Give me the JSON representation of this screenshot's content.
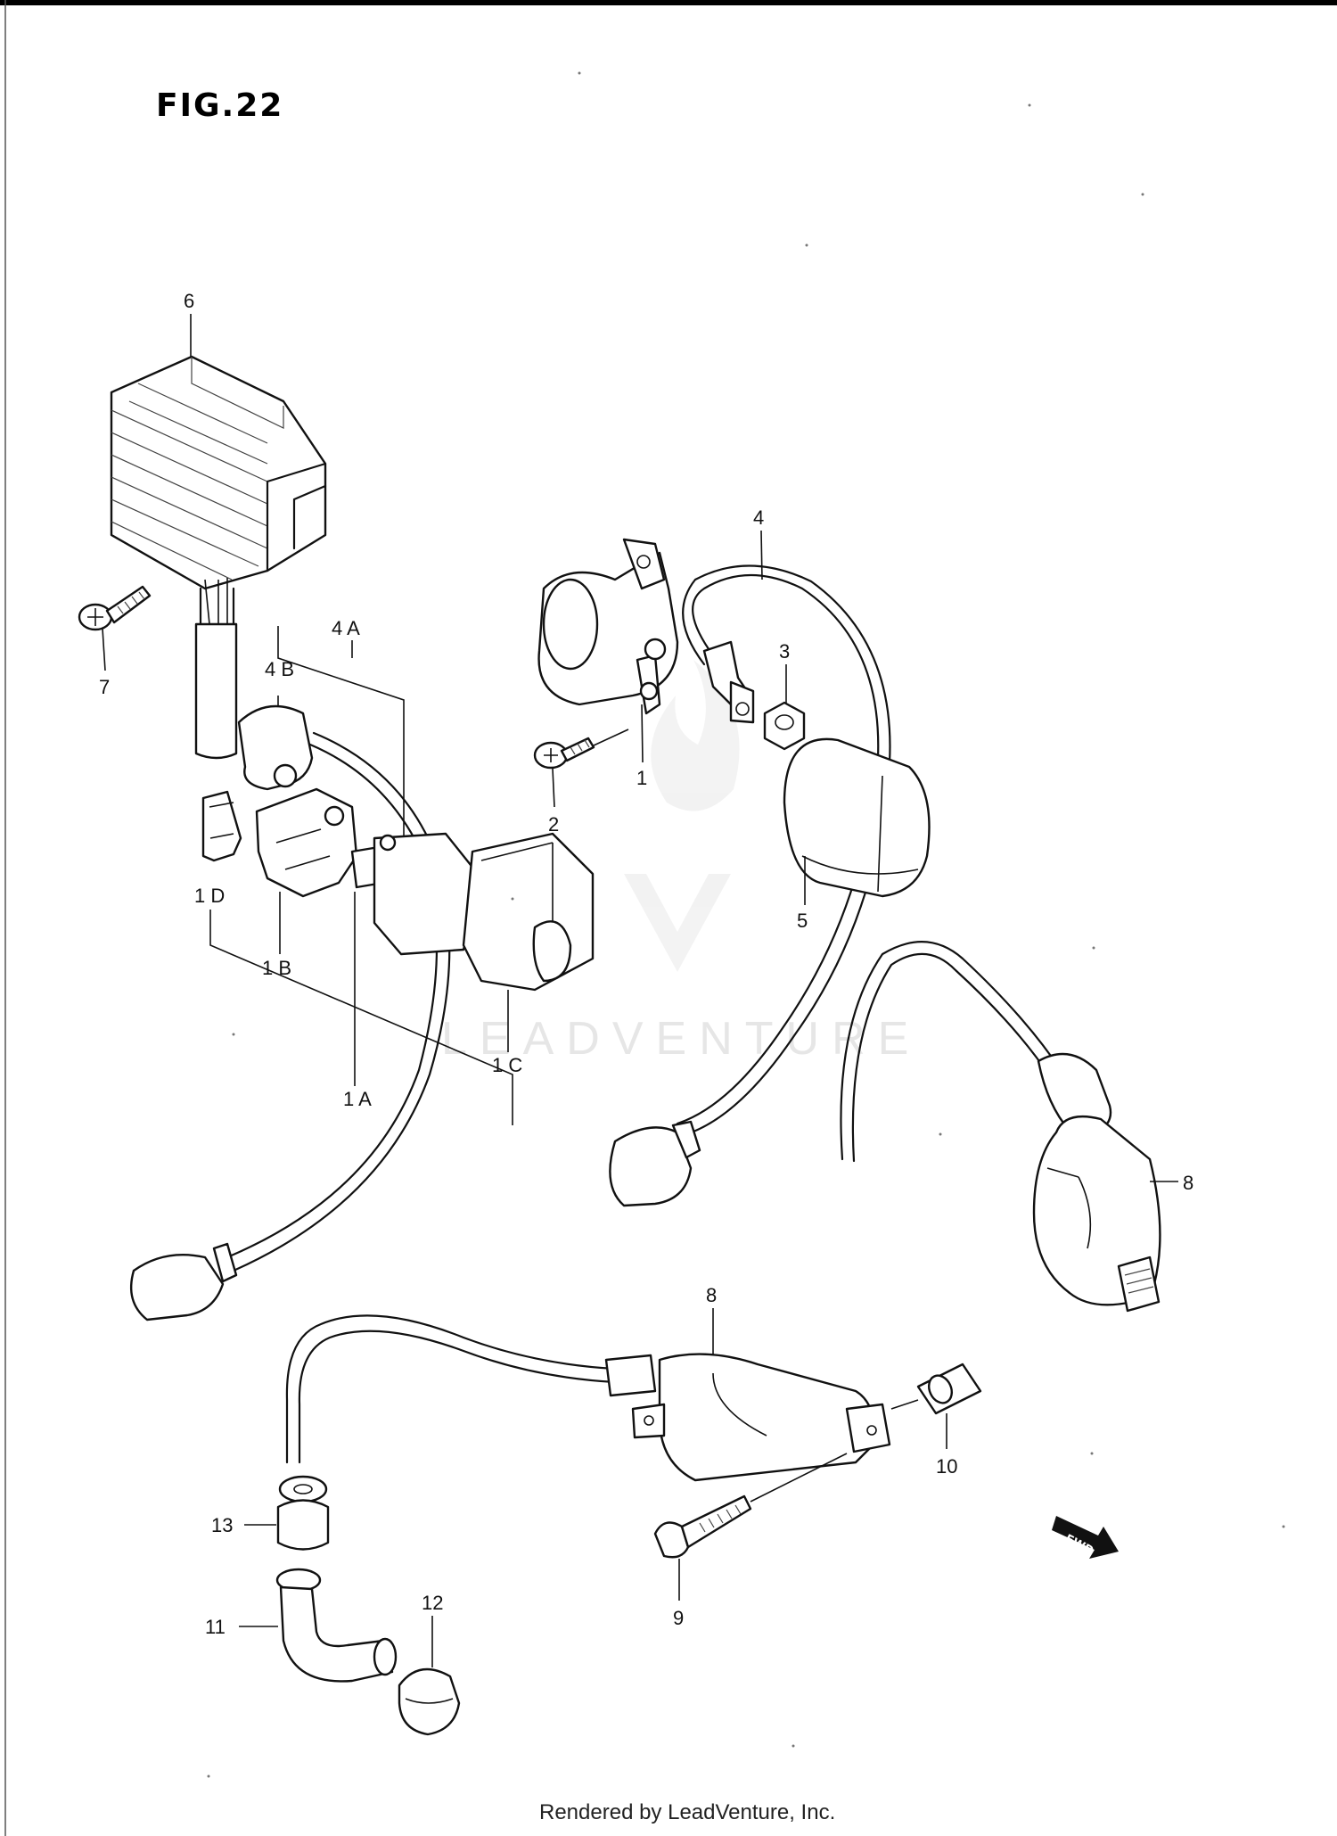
{
  "figure_title": "FIG.22",
  "watermark": "LEADVENTURE",
  "footer": "Rendered by LeadVenture, Inc.",
  "direction_marker": "FWD",
  "callouts": {
    "c6": "6",
    "c7": "7",
    "c4A": "4 A",
    "c4B": "4 B",
    "c1D": "1 D",
    "c1B": "1 B",
    "c1A": "1 A",
    "c1C": "1 C",
    "c1": "1",
    "c2": "2",
    "c3": "3",
    "c4": "4",
    "c5": "5",
    "c8a": "8",
    "c8b": "8",
    "c9": "9",
    "c10": "10",
    "c11": "11",
    "c12": "12",
    "c13": "13"
  }
}
